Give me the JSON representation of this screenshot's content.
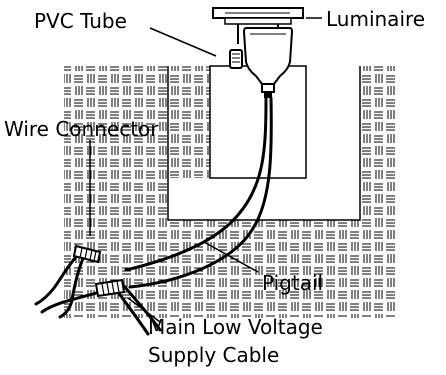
{
  "labels": {
    "pvc_tube": "PVC Tube",
    "luminaire": "Luminaire",
    "wire_connector": "Wire Connector",
    "pigtail": "Pigtail",
    "main_cable_line1": "Main Low Voltage",
    "main_cable_line2": "Supply Cable"
  },
  "colors": {
    "ink": "#000000",
    "background": "#ffffff"
  }
}
